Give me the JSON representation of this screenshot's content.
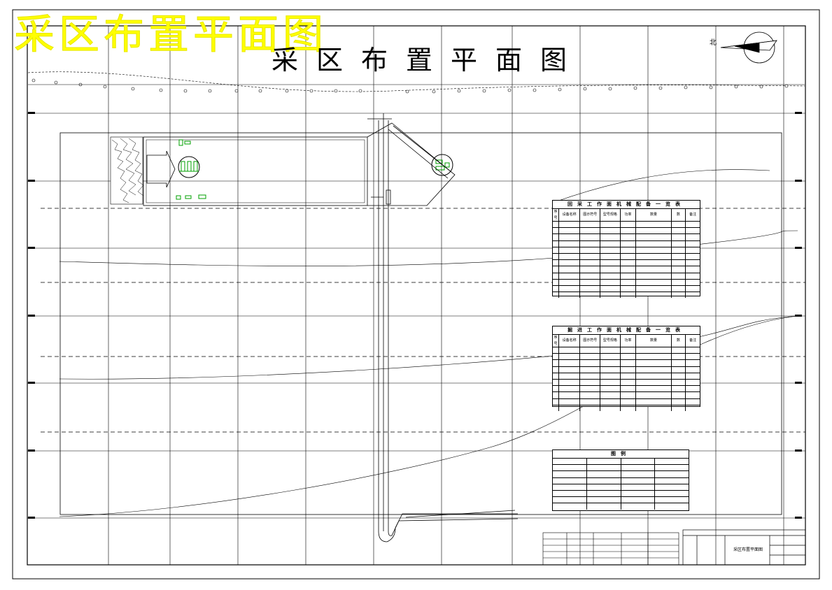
{
  "titles": {
    "overlay": "采区布置平面图",
    "main": "采区布置平面图"
  },
  "colors": {
    "overlay_title": "#ffff00",
    "lines": "#000000",
    "equipment": "#00a000"
  },
  "table1": {
    "caption": "回采工作面机械配备一览表",
    "headers": [
      "序号",
      "设备名称",
      "图示符号",
      "型号规格",
      "功率",
      "数量",
      "数",
      "备注"
    ]
  },
  "table2": {
    "caption": "掘进工作面机械配备一览表",
    "headers": [
      "序号",
      "设备名称",
      "图示符号",
      "型号规格",
      "功率",
      "数量",
      "数",
      "备注"
    ]
  },
  "legend": {
    "caption": "图例"
  },
  "titleblock": {
    "drawing_name": "采区布置平面图"
  }
}
